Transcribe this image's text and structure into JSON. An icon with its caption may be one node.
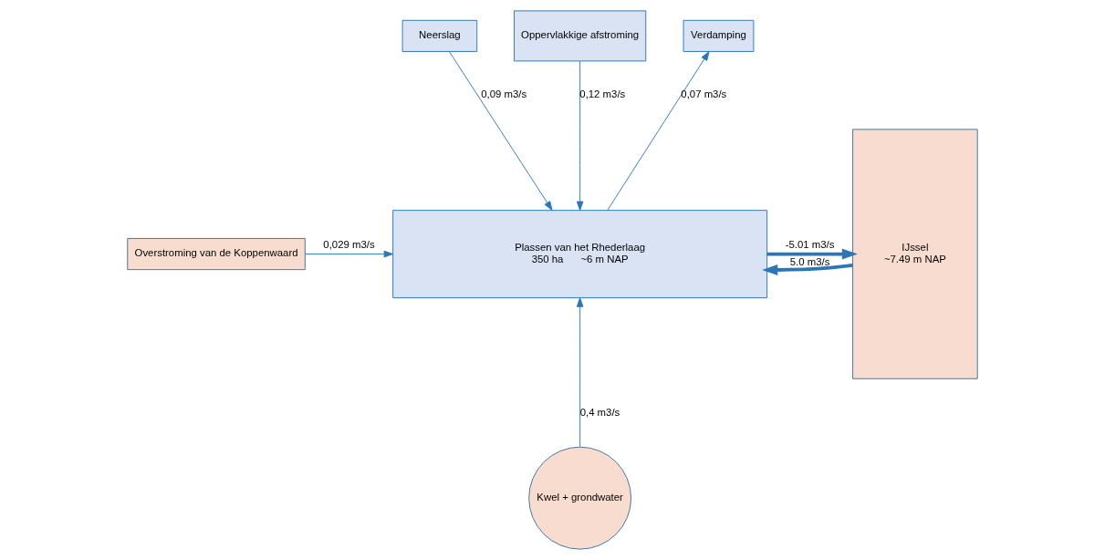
{
  "diagram": {
    "nodes": [
      {
        "text": [
          "Neerslag"
        ]
      },
      {
        "text": [
          "Oppervlakkige afstroming"
        ]
      },
      {
        "text": [
          "Verdamping"
        ]
      },
      {
        "text": [
          "Plassen van het Rhederlaag",
          "350 ha      ~6 m NAP"
        ]
      },
      {
        "text": [
          "Overstroming van de Koppenwaard"
        ]
      },
      {
        "text": [
          "Kwel + grondwater"
        ]
      },
      {
        "text": [
          "IJssel",
          "~7.49 m NAP"
        ]
      }
    ],
    "edges": [
      {
        "from": 0,
        "to": 3,
        "arrow": "to",
        "label": "0,09 m3/s"
      },
      {
        "from": 1,
        "to": 3,
        "arrow": "to",
        "label": "0,12 m3/s"
      },
      {
        "from": 3,
        "to": 2,
        "arrow": "to",
        "label": "0,07 m3/s"
      },
      {
        "from": 4,
        "to": 3,
        "arrow": "to",
        "label": "0,029 m3/s"
      },
      {
        "from": 5,
        "to": 3,
        "arrow": "to",
        "label": "0,4 m3/s"
      },
      {
        "from": 3,
        "to": 6,
        "arrow": "to",
        "label": "-5.01 m3/s",
        "style": "thick"
      },
      {
        "from": 6,
        "to": 3,
        "arrow": "to",
        "label": "5.0 m3/s",
        "style": "thick"
      }
    ]
  }
}
